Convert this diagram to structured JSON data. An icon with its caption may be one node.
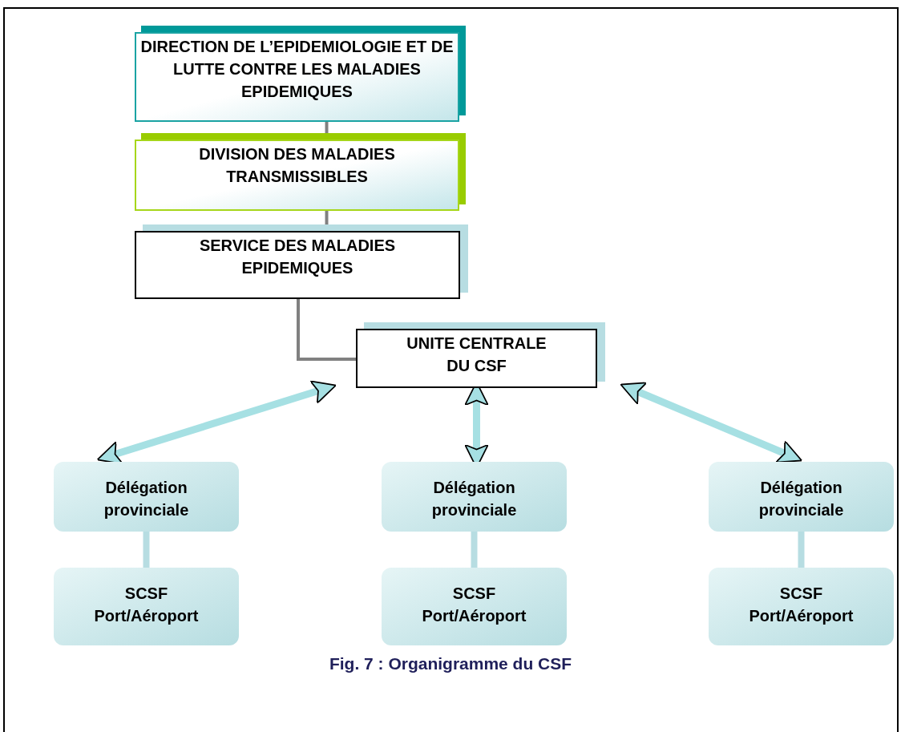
{
  "diagram": {
    "caption": "Fig. 7 : Organigramme du CSF",
    "nodes": [
      {
        "text": [
          "DIRECTION DE L’EPIDEMIOLOGIE ET DE LUTTE CONTRE LES MALADIES EPIDEMIQUES"
        ]
      },
      {
        "text": [
          "DIVISION DES MALADIES TRANSMISSIBLES"
        ]
      },
      {
        "text": [
          "SERVICE DES MALADIES EPIDEMIQUES"
        ]
      },
      {
        "text": [
          "UNITE CENTRALE DU CSF"
        ]
      },
      {
        "text": [
          "Délégation provinciale"
        ]
      },
      {
        "text": [
          "SCSF Port/Aéroport"
        ]
      },
      {
        "text": [
          "Délégation provinciale"
        ]
      },
      {
        "text": [
          "SCSF Port/Aéroport"
        ]
      },
      {
        "text": [
          "Délégation provinciale"
        ]
      },
      {
        "text": [
          "SCSF Port/Aéroport"
        ]
      }
    ],
    "edges": [
      {
        "from": 0,
        "to": 1,
        "arrow": "none"
      },
      {
        "from": 1,
        "to": 2,
        "arrow": "none"
      },
      {
        "from": 2,
        "to": 3,
        "arrow": "none"
      },
      {
        "from": 3,
        "to": 4,
        "arrow": "both",
        "color": "#a6e0e3"
      },
      {
        "from": 3,
        "to": 6,
        "arrow": "both",
        "color": "#a6e0e3"
      },
      {
        "from": 3,
        "to": 8,
        "arrow": "both",
        "color": "#a6e0e3"
      },
      {
        "from": 4,
        "to": 5,
        "arrow": "none",
        "color": "#b7dde2"
      },
      {
        "from": 6,
        "to": 7,
        "arrow": "none",
        "color": "#b7dde2"
      },
      {
        "from": 8,
        "to": 9,
        "arrow": "none",
        "color": "#b7dde2"
      }
    ]
  }
}
